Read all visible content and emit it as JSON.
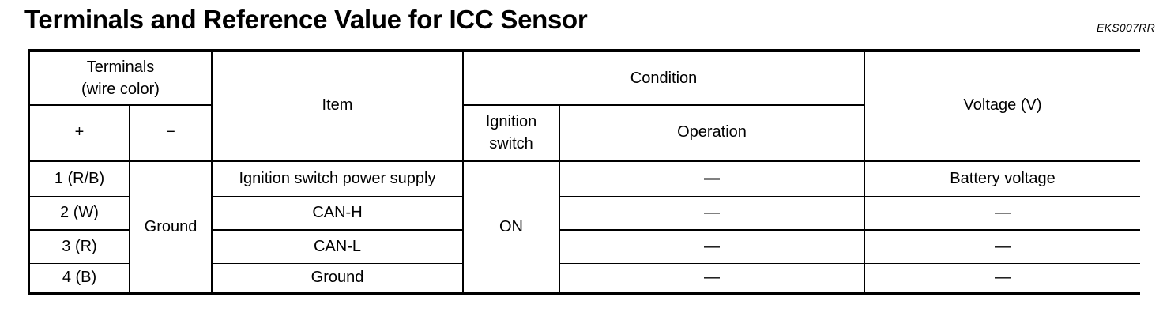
{
  "page": {
    "title": "Terminals and Reference Value for ICC Sensor",
    "doc_code": "EKS007RR",
    "colors": {
      "ink": "#000000",
      "paper": "#ffffff"
    }
  },
  "table": {
    "header": {
      "terminals_group": "Terminals\n(wire color)",
      "plus": "+",
      "minus": "−",
      "item": "Item",
      "condition_group": "Condition",
      "ignition_switch": "Ignition\nswitch",
      "operation": "Operation",
      "voltage": "Voltage (V)"
    },
    "merged": {
      "minus_terminal": "Ground",
      "ignition_state": "ON"
    },
    "rows": [
      {
        "terminal": "1 (R/B)",
        "item": "Ignition switch power supply",
        "operation": "—",
        "voltage": "Battery voltage"
      },
      {
        "terminal": "2 (W)",
        "item": "CAN-H",
        "operation": "—",
        "voltage": "—"
      },
      {
        "terminal": "3 (R)",
        "item": "CAN-L",
        "operation": "—",
        "voltage": "—"
      },
      {
        "terminal": "4 (B)",
        "item": "Ground",
        "operation": "—",
        "voltage": "—"
      }
    ]
  }
}
